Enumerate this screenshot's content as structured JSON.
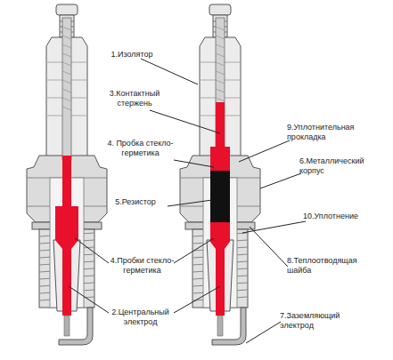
{
  "diagram": {
    "labels": [
      "1.Изолятор",
      "3.Контактный стержень",
      "9.Уплотнительная прокладка",
      "4. Пробка стекло- герметика",
      "6.Металлический корпус",
      "5.Резистор",
      "10.Уплотнение",
      "4.Пробки стекло- герметика",
      "8.Теплоотводящая шайба",
      "2.Центральный электрод",
      "7.Заземляющий электрод"
    ]
  }
}
